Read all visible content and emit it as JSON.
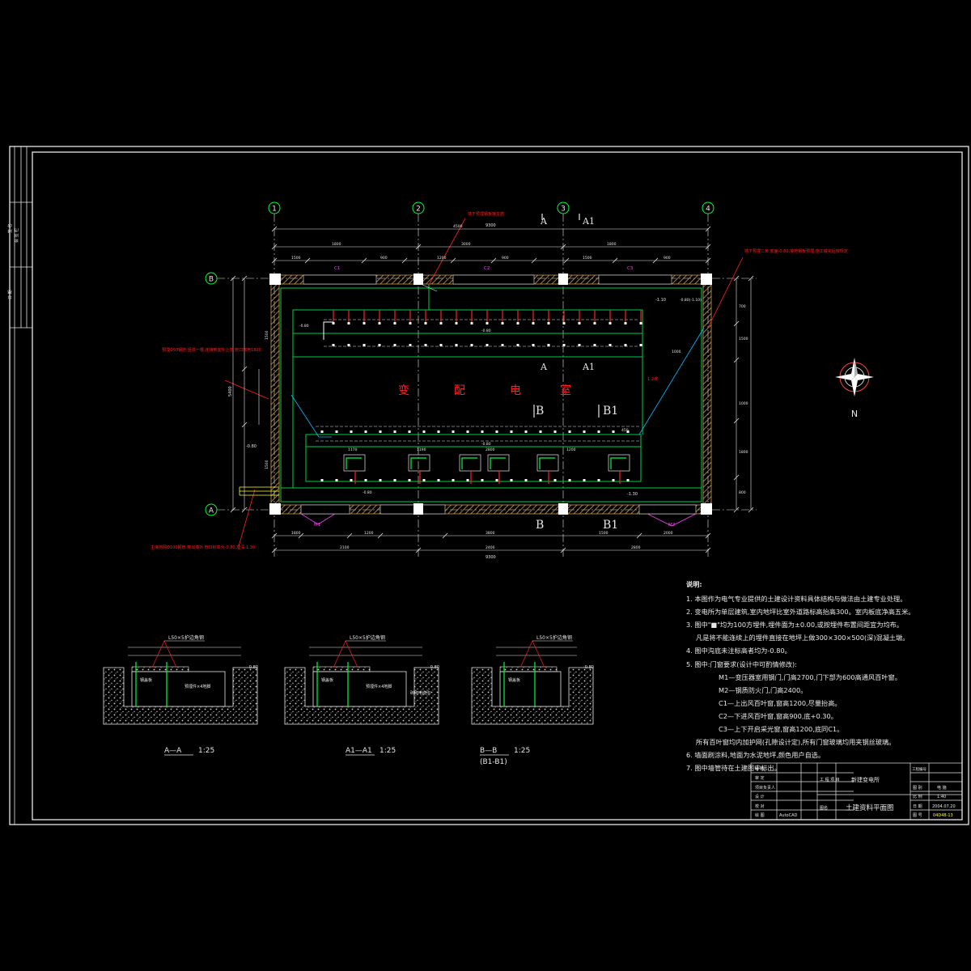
{
  "plan": {
    "room_name_chars": [
      "变",
      "配",
      "电",
      "室"
    ],
    "axis_numbers": [
      "1",
      "2",
      "3",
      "4"
    ],
    "axis_letters": [
      "B",
      "A"
    ],
    "section_marks": {
      "top": [
        "A",
        "A1"
      ],
      "mid": [
        "A",
        "A1"
      ],
      "b_upper": [
        "B",
        "B1"
      ],
      "b_lower": [
        "B",
        "B1"
      ]
    },
    "north_label": "N",
    "level_marks": [
      "-0.80",
      "-1.10",
      "-1.30"
    ],
    "door_tags": [
      "M1",
      "M2"
    ],
    "window_tags": [
      "C1",
      "C2",
      "C3"
    ],
    "dim_overall_top": "9300",
    "dim_overall_bottom": "9300",
    "dim_left_total": "5400"
  },
  "red_annotations": {
    "top": "墙下预埋钢板接主筋",
    "right": "墙下预埋二条,底面-0.80,接地钢板预埋,施工做完后按规定",
    "left": "预埋Φ50钢管,竖井一根,连接到室外上墙,管口离地1800",
    "bottom_left": "主接地网Φ100钢管,穿出墙外,管口标高为-0.80,埋深-1.30",
    "mid": "1:2坡"
  },
  "sections": [
    {
      "title": "A—A",
      "scale": "1:25",
      "callout": "L50×5护边角钢",
      "labels": [
        "钢盖板",
        "预埋件×4地脚"
      ],
      "level": "-0.80"
    },
    {
      "title": "A1—A1",
      "scale": "1:25",
      "callout": "L50×5护边角钢",
      "labels": [
        "钢盖板",
        "预埋件×4地脚",
        "砖砌电缆沟"
      ],
      "level": "-0.80"
    },
    {
      "title": "B—B",
      "subtitle": "(B1-B1)",
      "scale": "1:25",
      "callout": "L50×5护边角钢",
      "labels": [
        "钢盖板"
      ],
      "level": "-0.80"
    }
  ],
  "notes": {
    "title": "说明:",
    "items": [
      {
        "text": "1.  本图作为电气专业提供的土建设计资料具体结构与做法由土建专业处理。",
        "indent": 0
      },
      {
        "text": "2.  变电所为单层建筑,室内地坪比室外道路标高抬高300。室内板底净高五米。",
        "indent": 0
      },
      {
        "text": "3.  图中\"■\"均为100方埋件,埋件面为±0.00,或按埋件布置间距宜为均布。",
        "indent": 0
      },
      {
        "text": "凡是将不能连续上的埋件直接在地坪上做300×300×500(深)混凝土墩。",
        "indent": 2
      },
      {
        "text": "4.  图中沟底未注标高者均为-0.80。",
        "indent": 0
      },
      {
        "text": "5.  图中:门窗要求(设计中可酌情修改):",
        "indent": 0
      },
      {
        "text": "M1—变压器室用钢门,门高2700,门下部为600高通风百叶窗。",
        "indent": 1
      },
      {
        "text": "M2—钢质防火门,门高2400。",
        "indent": 1
      },
      {
        "text": "C1—上出风百叶窗,窗高1200,尽量抬高。",
        "indent": 1
      },
      {
        "text": "C2—下进风百叶窗,窗高900,底+0.30。",
        "indent": 1
      },
      {
        "text": "C3—上下开启采光窗,窗高1200,底同C1。",
        "indent": 1
      },
      {
        "text": "所有百叶窗均内加护网(孔隙设计定),所有门窗玻璃均用夹钢丝玻璃。",
        "indent": 2
      },
      {
        "text": "6.  墙面刷涂料,地面为水泥地坪,颜色用户自选。",
        "indent": 0
      },
      {
        "text": "7.  图中墙管待在土建图中标出。",
        "indent": 0
      }
    ]
  },
  "title_block": {
    "left_rows": [
      "审 核",
      "审 定",
      "项目负责人",
      "设 计",
      "校 对",
      "绘 图"
    ],
    "software": "AutoCAD",
    "project_label": "工 程\n项 目",
    "project": "新建变电所",
    "drawing_label": "图名",
    "drawing_title": "土建资料平面图",
    "right_labels": [
      "工程编号",
      "图 别",
      "比 例",
      "日 期",
      "图 号"
    ],
    "right_values": [
      "",
      "电 施",
      "1:40",
      "2004.07.20",
      "04D48-13"
    ]
  },
  "side_strip": [
    "签 名",
    "日 期",
    "会 签 栏"
  ],
  "colors": {
    "background": "#000000",
    "frame": "#ffffff",
    "axis_circle": "#00ff3c",
    "wall": "#c89a55",
    "cable_trench": "#00d040",
    "annotation": "#ff2020",
    "dimension": "#e6e6e6",
    "tag": "#ff40ff",
    "drawing_no": "#ffff30"
  }
}
